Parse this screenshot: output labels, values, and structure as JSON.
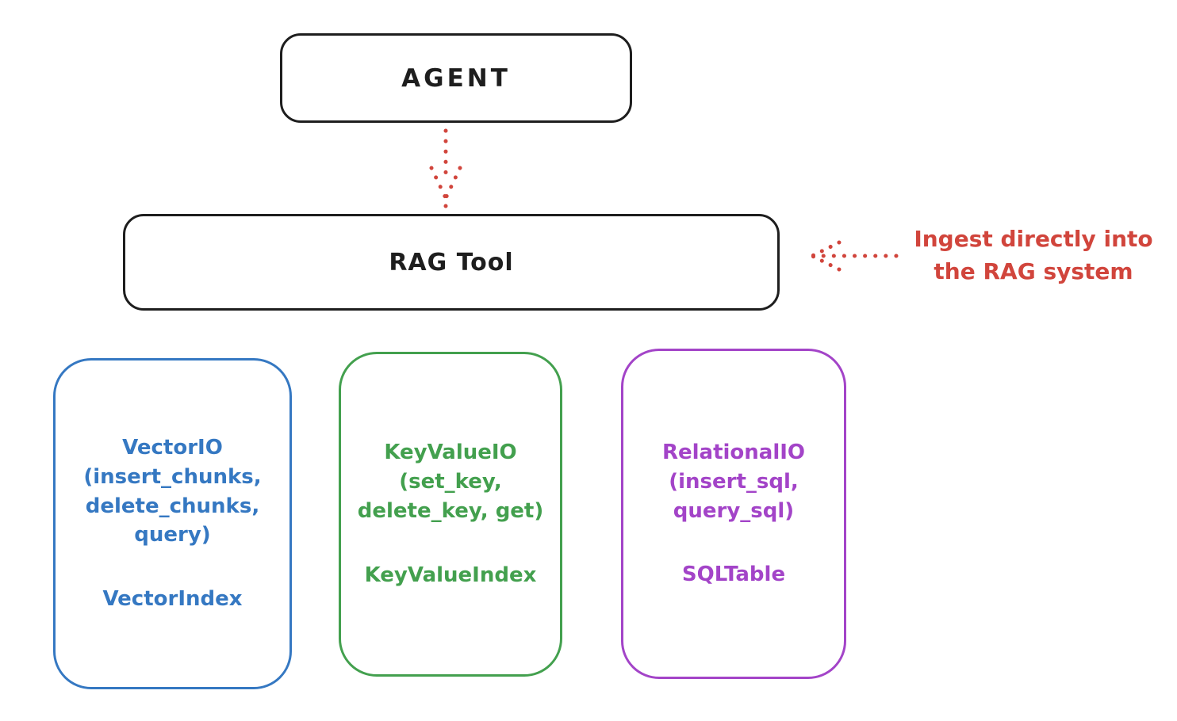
{
  "diagram": {
    "title_context": "RAG Tool architecture diagram",
    "agent": {
      "label": "AGENT"
    },
    "rag_tool": {
      "label": "RAG Tool"
    },
    "annotation": {
      "text": "Ingest directly into\nthe RAG system"
    },
    "backends": [
      {
        "name": "vector-io",
        "io": "VectorIO\n(insert_chunks,\ndelete_chunks,\nquery)",
        "index": "VectorIndex",
        "color": "#3578c2"
      },
      {
        "name": "keyvalue-io",
        "io": "KeyValueIO\n(set_key,\ndelete_key, get)",
        "index": "KeyValueIndex",
        "color": "#43a04e"
      },
      {
        "name": "relational-io",
        "io": "RelationalIO\n(insert_sql,\nquery_sql)",
        "index": "SQLTable",
        "color": "#a344c8"
      }
    ],
    "colors": {
      "stroke": "#1e1e1e",
      "red": "#d1453c",
      "blue": "#3578c2",
      "green": "#43a04e",
      "purple": "#a344c8",
      "background": "#ffffff"
    }
  }
}
